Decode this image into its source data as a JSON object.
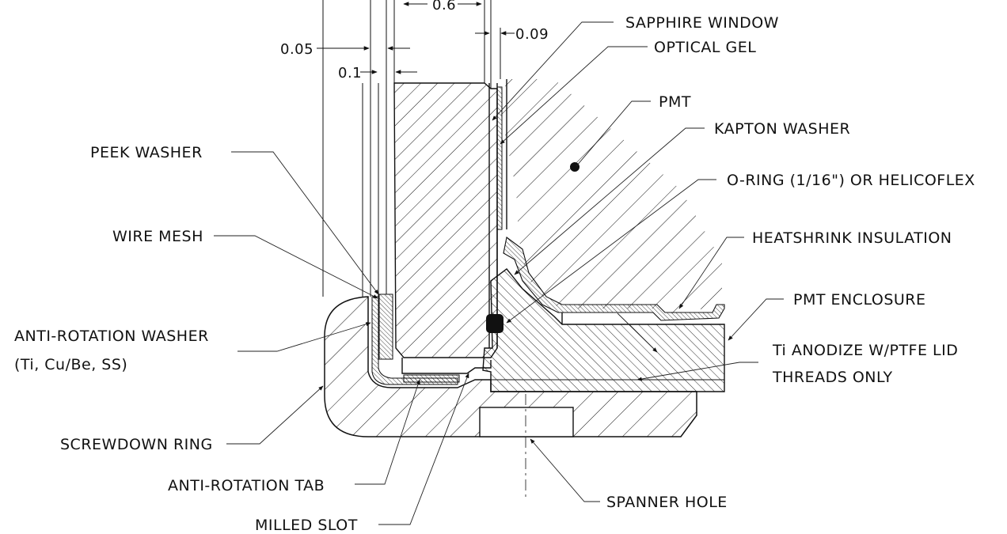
{
  "dimensions": {
    "d_0_6": "0.6",
    "d_0_09": "0.09",
    "d_0_05": "0.05",
    "d_0_1": "0.1"
  },
  "labels": {
    "sapphire_window": "SAPPHIRE WINDOW",
    "optical_gel": "OPTICAL GEL",
    "pmt": "PMT",
    "kapton_washer": "KAPTON WASHER",
    "o_ring": "O-RING (1/16\") OR HELICOFLEX",
    "heatshrink": "HEATSHRINK INSULATION",
    "pmt_enclosure": "PMT ENCLOSURE",
    "ti_anodize_1": "Ti ANODIZE W/PTFE LID",
    "ti_anodize_2": "THREADS ONLY",
    "peek_washer": "PEEK WASHER",
    "wire_mesh": "WIRE MESH",
    "anti_rotation_washer_1": "ANTI-ROTATION WASHER",
    "anti_rotation_washer_2": "(Ti, Cu/Be, SS)",
    "screwdown_ring": "SCREWDOWN RING",
    "anti_rotation_tab": "ANTI-ROTATION TAB",
    "milled_slot": "MILLED SLOT",
    "spanner_hole": "SPANNER HOLE"
  },
  "colors": {
    "line": "#111111",
    "background": "#ffffff"
  }
}
